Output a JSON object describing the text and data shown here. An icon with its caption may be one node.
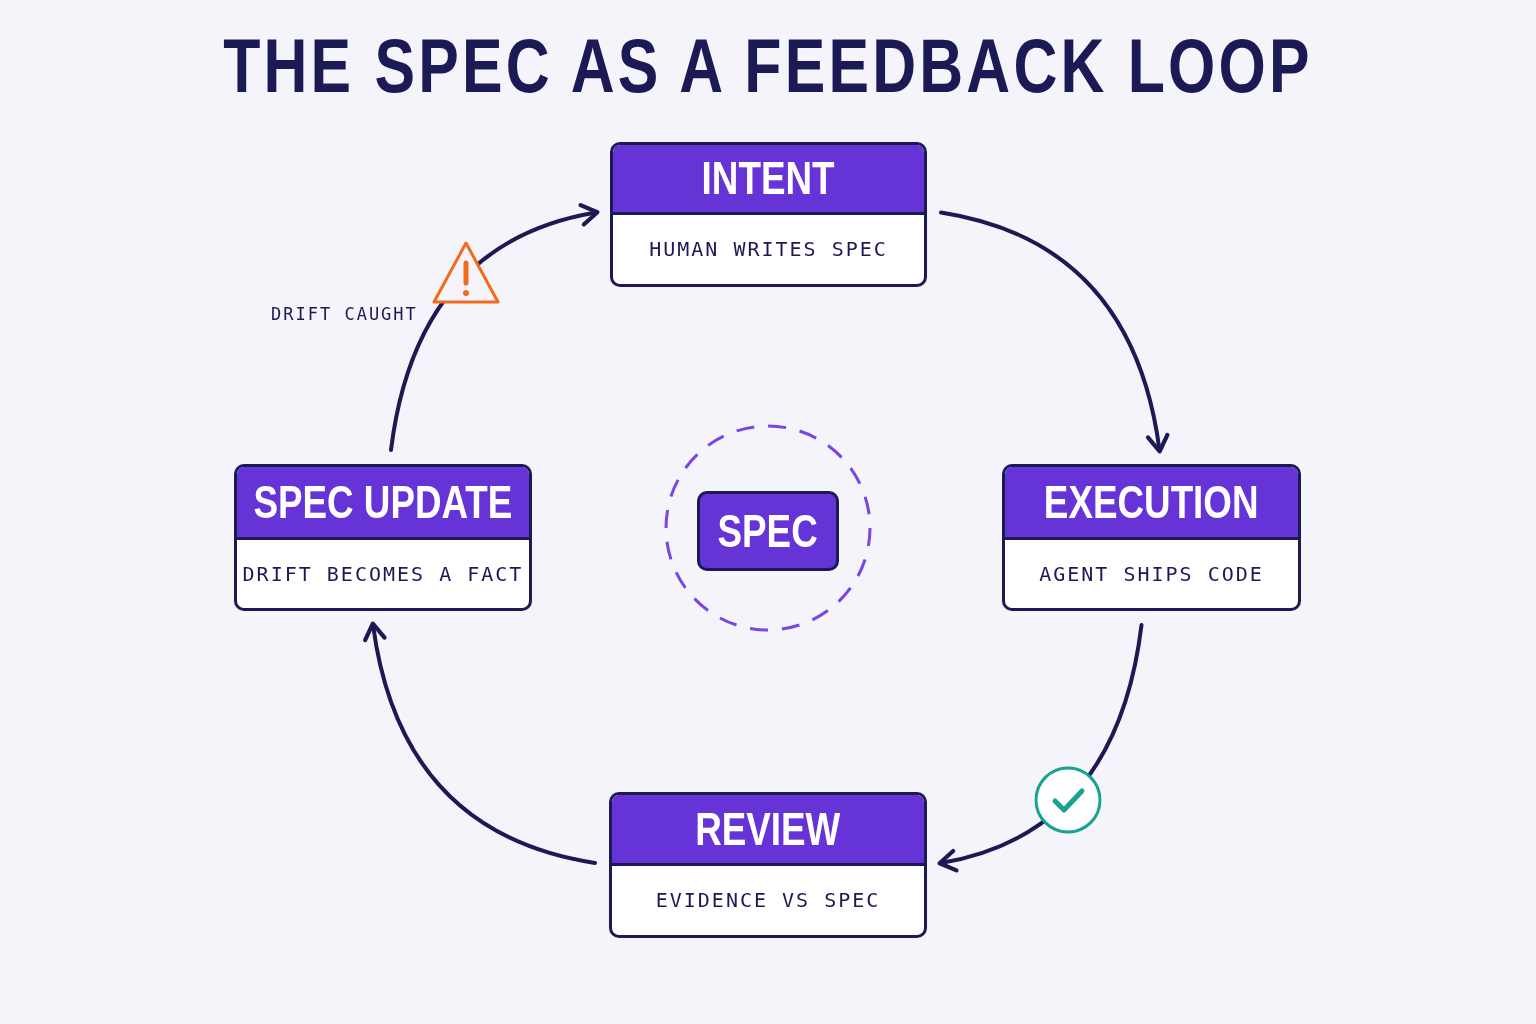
{
  "diagram": {
    "title": "THE SPEC AS A FEEDBACK LOOP",
    "nodes": [
      {
        "text": [
          "INTENT",
          "HUMAN WRITES SPEC"
        ]
      },
      {
        "text": [
          "EXECUTION",
          "AGENT SHIPS CODE"
        ]
      },
      {
        "text": [
          "REVIEW",
          "EVIDENCE VS SPEC"
        ]
      },
      {
        "text": [
          "SPEC UPDATE",
          "DRIFT BECOMES A FACT"
        ]
      },
      {
        "text": [
          "SPEC"
        ]
      }
    ],
    "edges": [
      {
        "from": 0,
        "to": 1,
        "arrow": "to"
      },
      {
        "from": 1,
        "to": 2,
        "arrow": "to"
      },
      {
        "from": 2,
        "to": 3,
        "arrow": "to"
      },
      {
        "from": 3,
        "to": 0,
        "arrow": "to",
        "label": "DRIFT CAUGHT"
      }
    ]
  }
}
